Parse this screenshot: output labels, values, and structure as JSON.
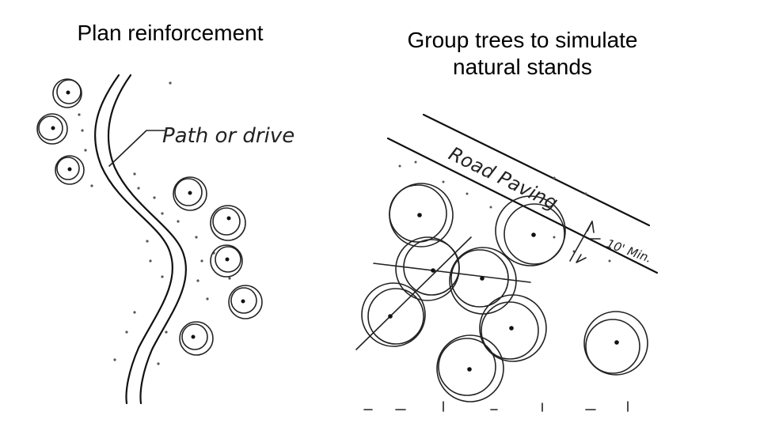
{
  "slide": {
    "left_title": "Plan reinforcement",
    "right_title_line1": "Group trees to simulate",
    "right_title_line2": "natural stands"
  },
  "left_sketch": {
    "path_label": "Path or drive"
  },
  "right_sketch": {
    "road_label": "Road Paving",
    "setback_label": "10' Min."
  }
}
